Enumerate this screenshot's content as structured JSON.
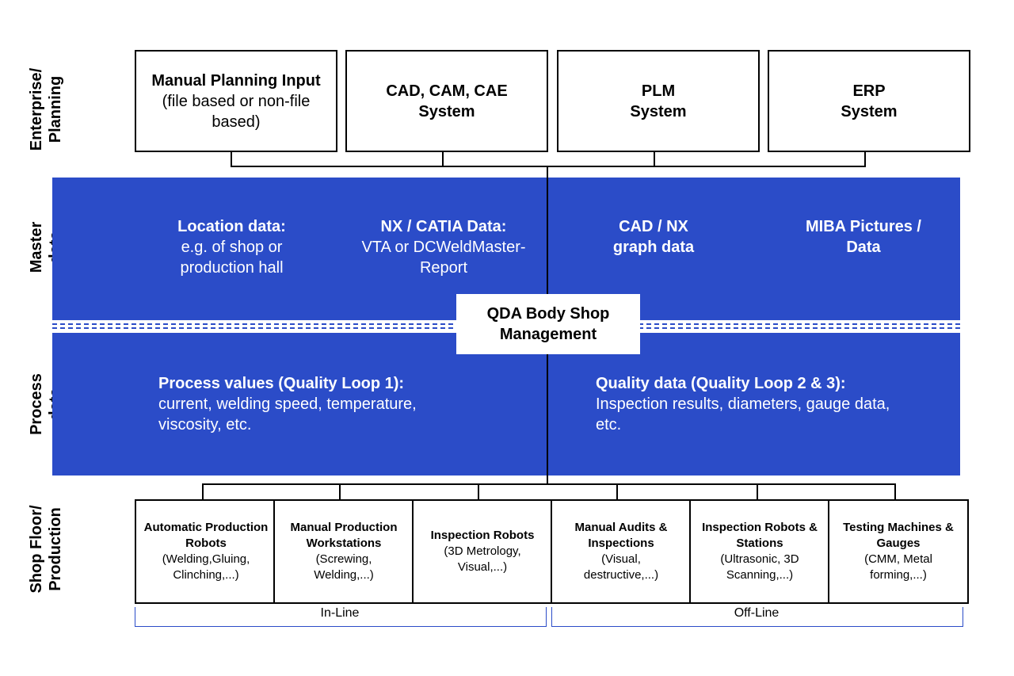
{
  "row_labels": {
    "enterprise": [
      "Enterprise/",
      "Planning"
    ],
    "master": [
      "Master",
      "data"
    ],
    "process": [
      "Process",
      "data"
    ],
    "shopfloor": [
      "Shop Floor/",
      "Production"
    ]
  },
  "top_boxes": [
    {
      "title": "Manual Planning Input",
      "subtitle": "(file based or non-file based)"
    },
    {
      "title": "CAD, CAM, CAE System",
      "subtitle": ""
    },
    {
      "title": "PLM System",
      "subtitle": ""
    },
    {
      "title": "ERP System",
      "subtitle": ""
    }
  ],
  "master_data": [
    {
      "heading": "Location data:",
      "body": "e.g. of shop or production hall"
    },
    {
      "heading": "NX / CATIA Data:",
      "body": "VTA or DCWeldMaster-Report"
    },
    {
      "heading": "CAD / NX graph data",
      "body": ""
    },
    {
      "heading": "MIBA Pictures / Data",
      "body": ""
    }
  ],
  "center": {
    "label": "QDA Body Shop Management"
  },
  "process_data": [
    {
      "heading": "Process values (Quality Loop 1):",
      "body": "current, welding speed, temperature, viscosity, etc."
    },
    {
      "heading": "Quality data (Quality Loop 2 & 3):",
      "body": "Inspection results, diameters, gauge data, etc."
    }
  ],
  "bottom_boxes": [
    {
      "heading": "Automatic Production Robots",
      "body": "(Welding,Gluing, Clinching,...)"
    },
    {
      "heading": "Manual Production Workstations",
      "body": "(Screwing, Welding,...)"
    },
    {
      "heading": "Inspection Robots",
      "body": "(3D Metrology, Visual,...)"
    },
    {
      "heading": "Manual Audits & Inspections",
      "body": "(Visual, destructive,...)"
    },
    {
      "heading": "Inspection Robots & Stations",
      "body": "(Ultrasonic, 3D Scanning,...)"
    },
    {
      "heading": "Testing Machines & Gauges",
      "body": "(CMM, Metal forming,...)"
    }
  ],
  "groups": [
    {
      "label": "In-Line"
    },
    {
      "label": "Off-Line"
    }
  ],
  "colors": {
    "band": "#2b4cc8",
    "line": "#000000"
  }
}
